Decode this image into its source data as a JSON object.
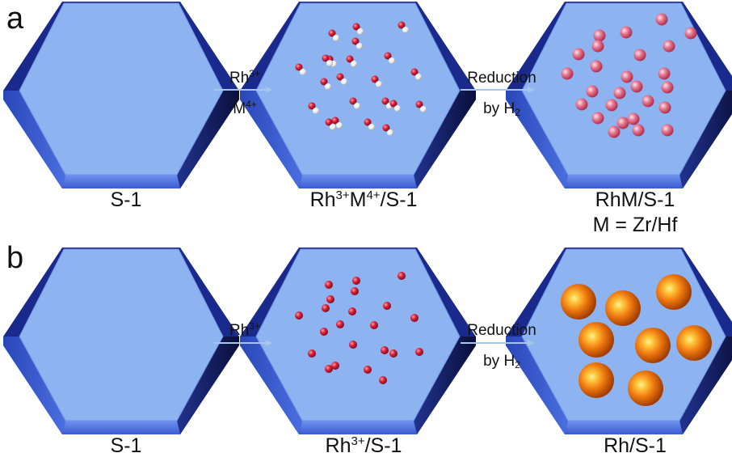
{
  "panels": {
    "a": {
      "letter": "a",
      "captions": {
        "c1": {
          "text": "S-1"
        },
        "c2": {
          "base1": "Rh",
          "sup1": "3+",
          "base2": "M",
          "sup2": "4+",
          "tail": "/S-1"
        },
        "c3": {
          "line1": "RhM/S-1",
          "line2": "M = Zr/Hf"
        }
      },
      "arrow1": {
        "top_base": "Rh",
        "top_sup": "3+",
        "bottom_base": "M",
        "bottom_sup": "4+"
      },
      "arrow2": {
        "line1": "Reduction",
        "line2_base": "by H",
        "line2_sub": "2"
      }
    },
    "b": {
      "letter": "b",
      "captions": {
        "c1": {
          "text": "S-1"
        },
        "c2": {
          "base1": "Rh",
          "sup1": "3+",
          "tail": "/S-1"
        },
        "c3": {
          "text": "Rh/S-1"
        }
      },
      "arrow1": {
        "top_base": "Rh",
        "top_sup": "3+"
      },
      "arrow2": {
        "line1": "Reduction",
        "line2_base": "by H",
        "line2_sub": "2"
      }
    }
  },
  "colors": {
    "hex_face": "#8db3f0",
    "hex_side": "#3a5bd0",
    "hex_dark": "#1a2a8c",
    "arrow": "#a8c6ea",
    "ion_red": "#d6223c",
    "ion_white": "#f2f2f2",
    "alloy_pink": "#e0708a",
    "rh_orange": "#f07a10"
  }
}
